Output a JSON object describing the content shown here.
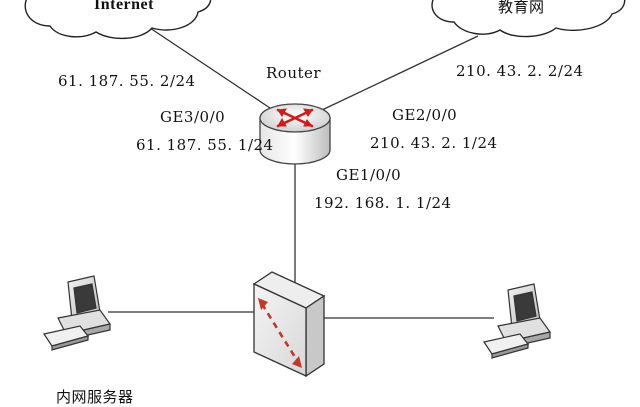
{
  "clouds": {
    "internet": "Internet",
    "edu": "教育网"
  },
  "router": {
    "name": "Router",
    "ge3": "GE3/0/0",
    "ge3_ip": "61. 187. 55. 1/24",
    "ge2": "GE2/0/0",
    "ge2_ip": "210. 43. 2. 1/24",
    "ge1": "GE1/0/0",
    "ge1_ip": "192. 168. 1. 1/24"
  },
  "links": {
    "internet_ip": "61. 187. 55. 2/24",
    "edu_ip": "210. 43. 2. 2/24"
  },
  "hosts": {
    "server_label": "内网服务器"
  }
}
